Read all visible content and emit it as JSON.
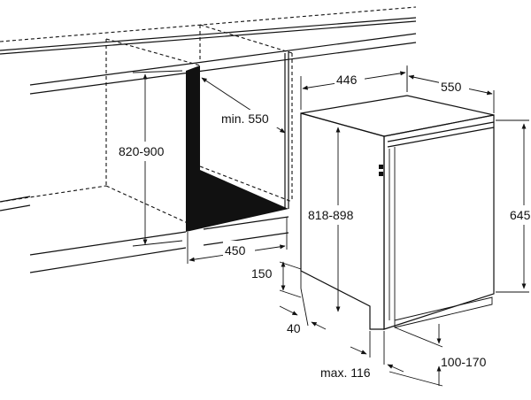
{
  "diagram": {
    "colors": {
      "ink": "#111111",
      "paper": "#ffffff"
    },
    "labels": {
      "d_820_900": "820-900",
      "d_min550": "min. 550",
      "d_450": "450",
      "d_446": "446",
      "d_550": "550",
      "d_818_898": "818-898",
      "d_645": "645",
      "d_150": "150",
      "d_40": "40",
      "d_max116": "max. 116",
      "d_100_170": "100-170"
    }
  }
}
